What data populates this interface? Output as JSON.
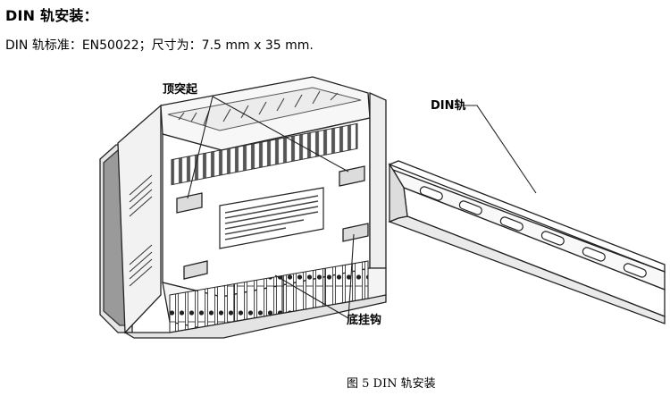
{
  "section": {
    "heading": "DIN 轨安装：",
    "spec_text": "DIN 轨标准：EN50022；尺寸为：7.5 mm x 35 mm."
  },
  "figure": {
    "callout_top": "顶突起",
    "callout_rail": "DIN轨",
    "callout_bottom": "底挂钩",
    "caption": "图 5 DIN 轨安装"
  }
}
